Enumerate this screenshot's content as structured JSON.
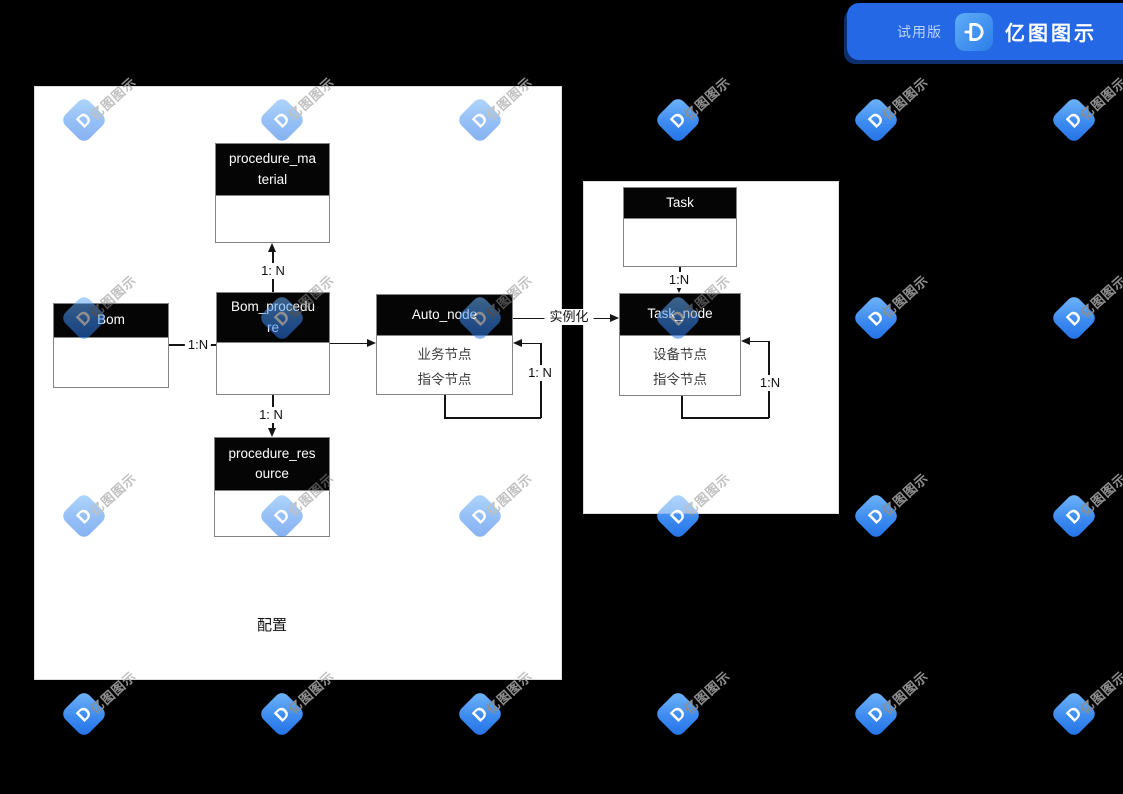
{
  "app_badge": {
    "trial_label": "试用版",
    "app_name": "亿图图示"
  },
  "watermark": {
    "text": "亿图图示"
  },
  "colors": {
    "badge_blue": "#2468e5",
    "watermark_blue": "#3d8bf0",
    "entity_header": "#000000",
    "canvas_background": "#000000",
    "container_fill": "#ffffff"
  },
  "diagram": {
    "groups": [
      {
        "label": "配置"
      }
    ],
    "entities": [
      {
        "title": "procedure_ma\nterial",
        "body": []
      },
      {
        "title": "Bom",
        "body": []
      },
      {
        "title": "Bom_procedu\nre",
        "body": []
      },
      {
        "title": "Auto_node",
        "body": [
          "业务节点",
          "指令节点"
        ]
      },
      {
        "title": "Task",
        "body": []
      },
      {
        "title": "Task_node",
        "body": [
          "设备节点",
          "指令节点"
        ]
      },
      {
        "title": "procedure_res\nource",
        "body": []
      }
    ],
    "connector_labels": {
      "bom_to_bom_procedure": "1:N",
      "bom_procedure_to_material": "1: N",
      "bom_procedure_to_resource": "1: N",
      "auto_node_to_task_node": "实例化",
      "auto_node_self_loop": "1: N",
      "task_to_task_node": "1:N",
      "task_node_self_loop": "1:N"
    }
  }
}
